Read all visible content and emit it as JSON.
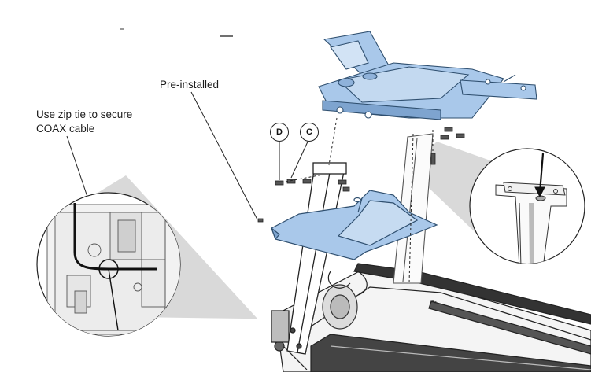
{
  "labels": {
    "pre_installed": "Pre-installed",
    "zip_tie_line1": "Use zip tie to secure",
    "zip_tie_line2": "COAX cable"
  },
  "callouts": {
    "d": "D",
    "c": "C"
  },
  "colors": {
    "part_fill": "#a9c8ea",
    "part_stroke": "#2f4f6f",
    "line": "#222222",
    "zoom_shade": "#d6d6d6",
    "frame_gray": "#9a9a9a"
  }
}
